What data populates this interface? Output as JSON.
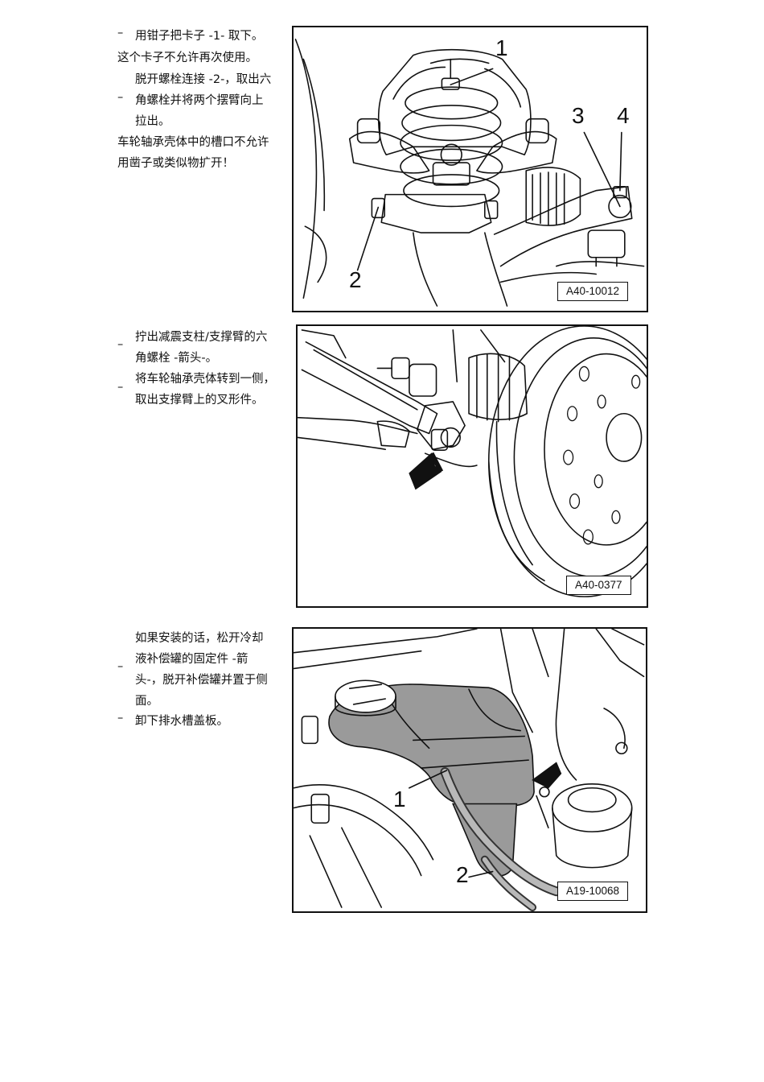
{
  "section1": {
    "dash": "–",
    "line1": "用钳子把卡子 -1- 取下。",
    "note1": "这个卡子不允许再次使用。",
    "step2_l1": "脱开螺栓连接 -2-，取出六",
    "step2_l2": "角螺栓并将两个摆臂向上",
    "step2_l3": "拉出。",
    "note2_l1": "车轮轴承壳体中的槽口不允许",
    "note2_l2": "用凿子或类似物扩开！"
  },
  "figure1": {
    "id": "A40-10012",
    "callouts": [
      "1",
      "2",
      "3",
      "4"
    ]
  },
  "section2": {
    "dash": "–",
    "step1_l1": "拧出减震支柱/支撑臂的六",
    "step1_l2": "角螺栓 -箭头-。",
    "step2_l1": "将车轮轴承壳体转到一侧，",
    "step2_l2": "取出支撑臂上的叉形件。"
  },
  "figure2": {
    "id": "A40-0377"
  },
  "section3": {
    "dash": "–",
    "step1_l1": "如果安装的话，松开冷却",
    "step1_l2": "液补偿罐的固定件 -箭",
    "step1_l3": "头-，脱开补偿罐并置于侧",
    "step1_l4": "面。",
    "step2": "卸下排水槽盖板。"
  },
  "figure3": {
    "id": "A19-10068",
    "callouts": [
      "1",
      "2"
    ]
  }
}
